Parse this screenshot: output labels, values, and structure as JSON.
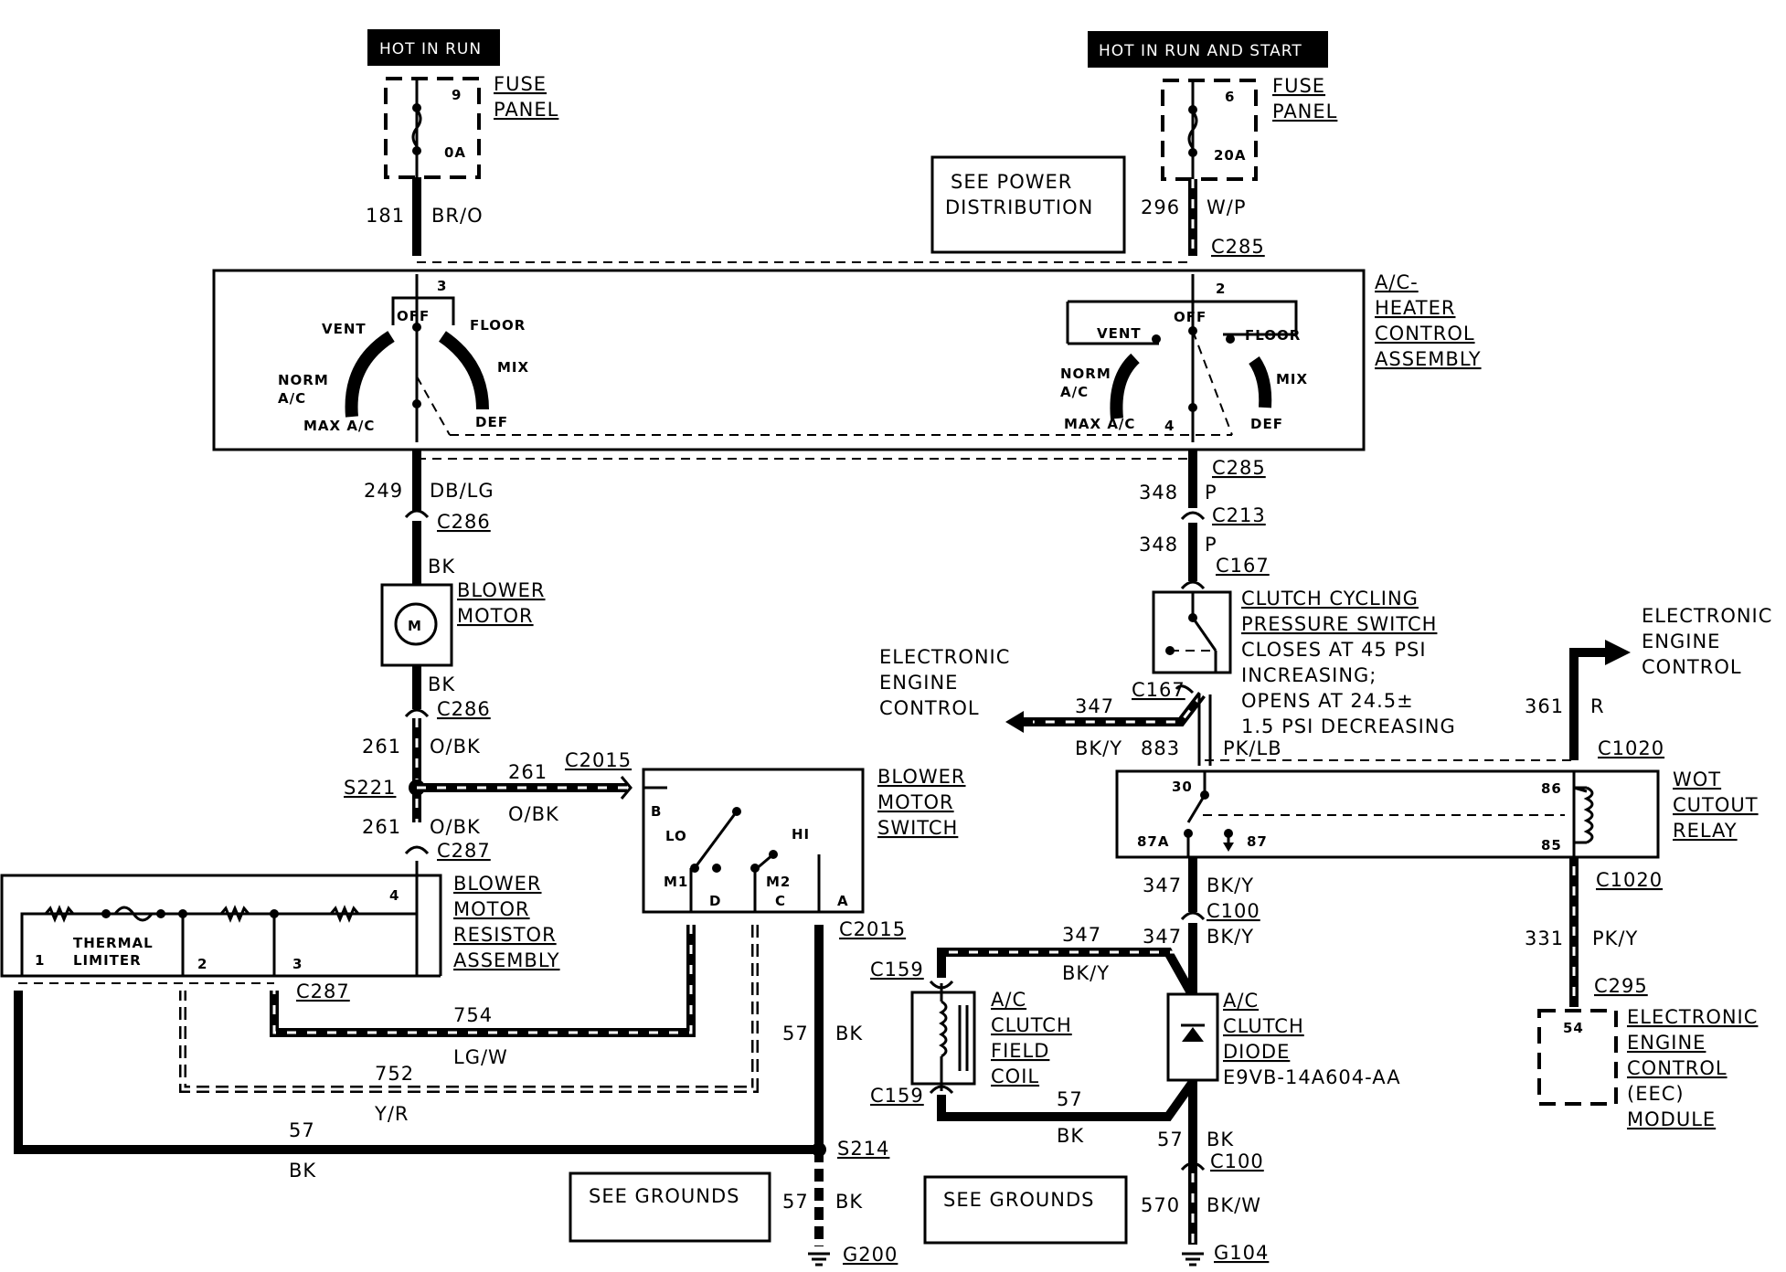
{
  "power": {
    "left_header": "HOT IN RUN",
    "right_header": "HOT IN  RUN AND START",
    "left_fuse_num": "9",
    "left_fuse_amp": "0A",
    "right_fuse_num": "6",
    "right_fuse_amp": "20A",
    "fuse_panel_1": "FUSE",
    "fuse_panel_2": "PANEL",
    "see_power_1": "SEE POWER",
    "see_power_2": "DISTRIBUTION"
  },
  "wires": {
    "c181": "181",
    "br_o": "BR/O",
    "c296": "296",
    "w_p": "W/P",
    "c249": "249",
    "db_lg": "DB/LG",
    "c348": "348",
    "p": "P",
    "bk": "BK",
    "c261": "261",
    "o_bk": "O/BK",
    "c347": "347",
    "bk_y": "BK/Y",
    "c883": "883",
    "pk_lb": "PK/LB",
    "c361": "361",
    "r": "R",
    "c331": "331",
    "pk_y": "PK/Y",
    "c754": "754",
    "lg_w": "LG/W",
    "c752": "752",
    "y_r": "Y/R",
    "c57": "57",
    "c570": "570",
    "bk_w": "BK/W"
  },
  "connectors": {
    "c285": "C285",
    "c286": "C286",
    "c213": "C213",
    "c167": "C167",
    "c2015": "C2015",
    "c287": "C287",
    "s221": "S221",
    "c1020": "C1020",
    "c100": "C100",
    "c159": "C159",
    "c295": "C295",
    "s214": "S214",
    "g200": "G200",
    "g104": "G104"
  },
  "control": {
    "title_1": "A/C-",
    "title_2": "HEATER",
    "title_3": "CONTROL",
    "title_4": "ASSEMBLY",
    "off": "OFF",
    "vent": "VENT",
    "floor": "FLOOR",
    "mix": "MIX",
    "norm_1": "NORM",
    "norm_2": "A/C",
    "max_ac": "MAX A/C",
    "def": "DEF",
    "pin3": "3",
    "pin2": "2",
    "pin4": "4"
  },
  "blower": {
    "motor_1": "BLOWER",
    "motor_2": "MOTOR",
    "m": "M",
    "switch_1": "BLOWER",
    "switch_2": "MOTOR",
    "switch_3": "SWITCH",
    "b": "B",
    "lo": "LO",
    "hi": "HI",
    "m1": "M1",
    "m2": "M2",
    "d": "D",
    "c": "C",
    "a": "A",
    "resistor_1": "BLOWER",
    "resistor_2": "MOTOR",
    "resistor_3": "RESISTOR",
    "resistor_4": "ASSEMBLY",
    "thermal_1": "THERMAL",
    "thermal_2": "LIMITER",
    "r1": "1",
    "r2": "2",
    "r3": "3",
    "r4": "4"
  },
  "clutch": {
    "switch_1": "CLUTCH CYCLING",
    "switch_2": "PRESSURE SWITCH",
    "switch_3": "CLOSES AT 45 PSI",
    "switch_4": "INCREASING;",
    "switch_5": "OPENS AT 24.5±",
    "switch_6": "1.5 PSI DECREASING",
    "coil_1": "A/C",
    "coil_2": "CLUTCH",
    "coil_3": "FIELD",
    "coil_4": "COIL",
    "diode_1": "A/C",
    "diode_2": "CLUTCH",
    "diode_3": "DIODE",
    "diode_part": "E9VB-14A604-AA"
  },
  "eec": {
    "left_1": "ELECTRONIC",
    "left_2": "ENGINE",
    "left_3": "CONTROL",
    "right_1": "ELECTRONIC",
    "right_2": "ENGINE",
    "right_3": "CONTROL",
    "module_1": "ELECTRONIC",
    "module_2": "ENGINE",
    "module_3": "CONTROL",
    "module_4": "(EEC)",
    "module_5": "MODULE",
    "pin54": "54"
  },
  "relay": {
    "title_1": "WOT",
    "title_2": "CUTOUT",
    "title_3": "RELAY",
    "p30": "30",
    "p87a": "87A",
    "p87": "87",
    "p86": "86",
    "p85": "85"
  },
  "grounds": {
    "see_1": "SEE GROUNDS",
    "see_2": "SEE GROUNDS"
  }
}
